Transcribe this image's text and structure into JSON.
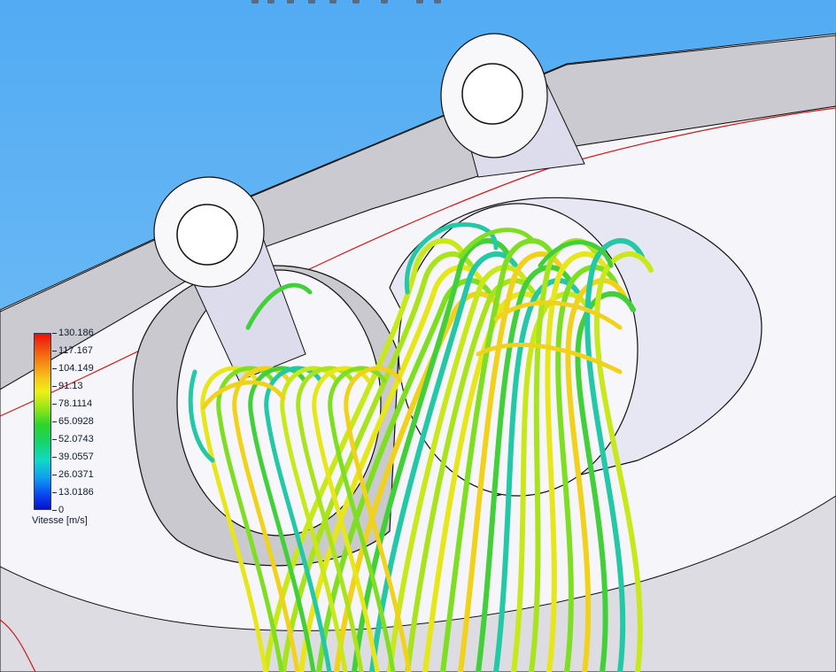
{
  "viewport": {
    "background_color": "#55aef2"
  },
  "toolbar": {
    "icons": [
      "view-orientation-icon",
      "rotate-icon",
      "zoom-icon",
      "section-view-icon",
      "display-style-icon",
      "hide-show-icon",
      "appearance-icon",
      "scene-icon",
      "render-icon"
    ]
  },
  "legend": {
    "title": "Vitesse [m/s]",
    "values": [
      "130.186",
      "117.167",
      "104.149",
      "91.13",
      "78.1114",
      "65.0928",
      "52.0743",
      "39.0557",
      "26.0371",
      "13.0186",
      "0"
    ],
    "colors": {
      "max": "#e8120c",
      "high": "#f7c31a",
      "mid": "#2fd32a",
      "low": "#12d8c4",
      "min": "#0712c8"
    }
  },
  "model": {
    "body_color": "#f4f4f8",
    "shadow_color": "#c9c9cf",
    "edge_color": "#111111",
    "boundary_line_color": "#d01a1a"
  },
  "streamlines": {
    "colors": [
      "#c9e81c",
      "#a9e31d",
      "#e6e61b",
      "#7fdd22",
      "#f0d21c",
      "#42cf3a",
      "#24c8a6"
    ]
  }
}
